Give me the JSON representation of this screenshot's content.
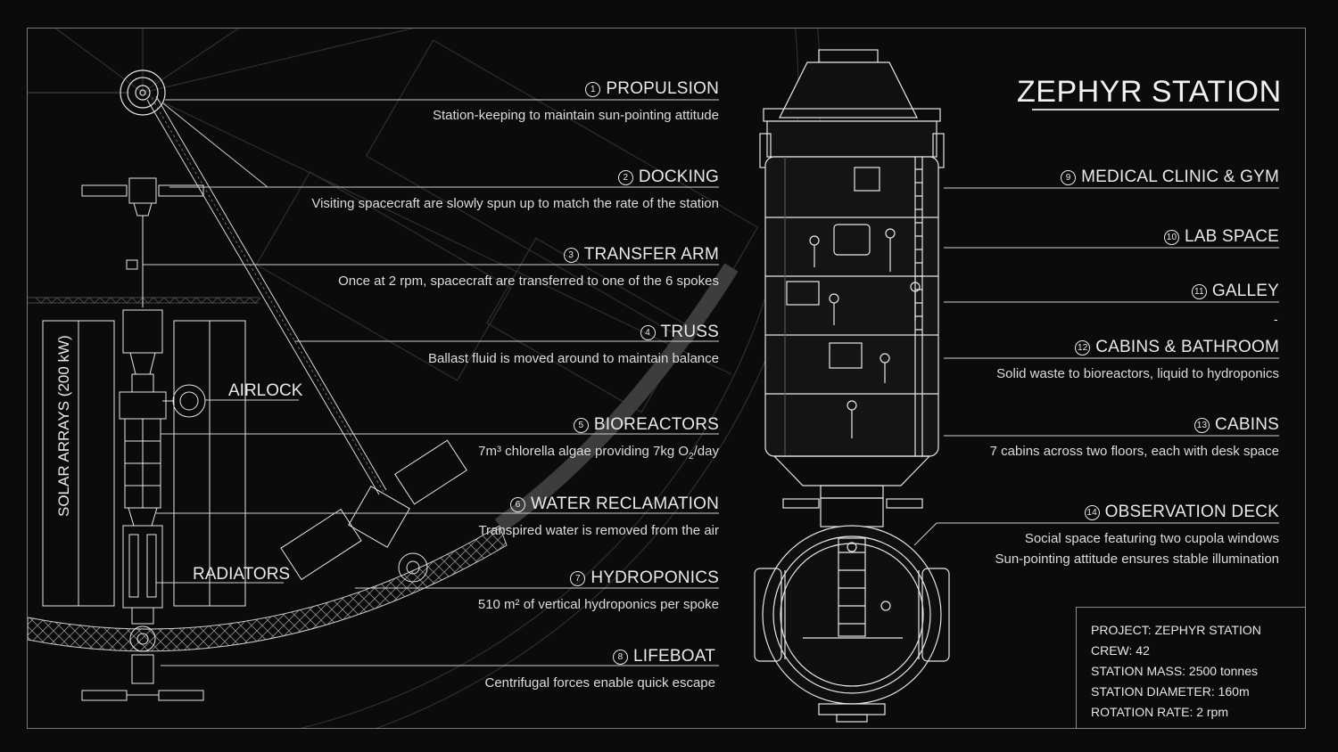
{
  "title": "ZEPHYR STATION",
  "left_callouts": [
    {
      "num": "1",
      "name": "PROPULSION",
      "desc": "Station-keeping to maintain sun-pointing attitude"
    },
    {
      "num": "2",
      "name": "DOCKING",
      "desc": "Visiting spacecraft are slowly spun up to match the rate of the station"
    },
    {
      "num": "3",
      "name": "TRANSFER ARM",
      "desc": "Once at 2 rpm, spacecraft are transferred to one of the 6 spokes"
    },
    {
      "num": "4",
      "name": "TRUSS",
      "desc": "Ballast fluid is moved around to maintain balance"
    },
    {
      "num": "5",
      "name": "BIOREACTORS",
      "desc_pre": "7m³ chlorella algae providing 7kg O",
      "desc_sub": "2",
      "desc_post": "/day"
    },
    {
      "num": "6",
      "name": "WATER RECLAMATION",
      "desc": "Transpired water is removed from the air"
    },
    {
      "num": "7",
      "name": "HYDROPONICS",
      "desc": "510 m² of vertical hydroponics per spoke"
    },
    {
      "num": "8",
      "name": "LIFEBOAT",
      "desc": "Centrifugal forces enable quick escape"
    }
  ],
  "right_callouts": [
    {
      "num": "9",
      "name": "MEDICAL CLINIC & GYM"
    },
    {
      "num": "10",
      "name": "LAB SPACE"
    },
    {
      "num": "11",
      "name": "GALLEY"
    },
    {
      "num": "12",
      "name": "CABINS & BATHROOM",
      "desc": "Solid waste to bioreactors, liquid to hydroponics"
    },
    {
      "num": "13",
      "name": "CABINS",
      "desc": "7 cabins across two floors, each with desk space"
    },
    {
      "num": "14",
      "name": "OBSERVATION DECK",
      "desc": "Social space featuring two cupola windows",
      "desc2": "Sun-pointing attitude ensures stable illumination"
    }
  ],
  "labels": {
    "airlock": "AIRLOCK",
    "radiators": "RADIATORS",
    "solar_arrays": "SOLAR ARRAYS (200 kW)",
    "dash": "-"
  },
  "info": {
    "project": "PROJECT: ZEPHYR STATION",
    "crew": "CREW: 42",
    "mass": "STATION MASS: 2500 tonnes",
    "diameter": "STATION DIAMETER: 160m",
    "rotation": "ROTATION RATE: 2 rpm"
  },
  "colors": {
    "background": "#0b0b0b",
    "line": "#e9e9e9",
    "faint": "#3a3a3a"
  }
}
